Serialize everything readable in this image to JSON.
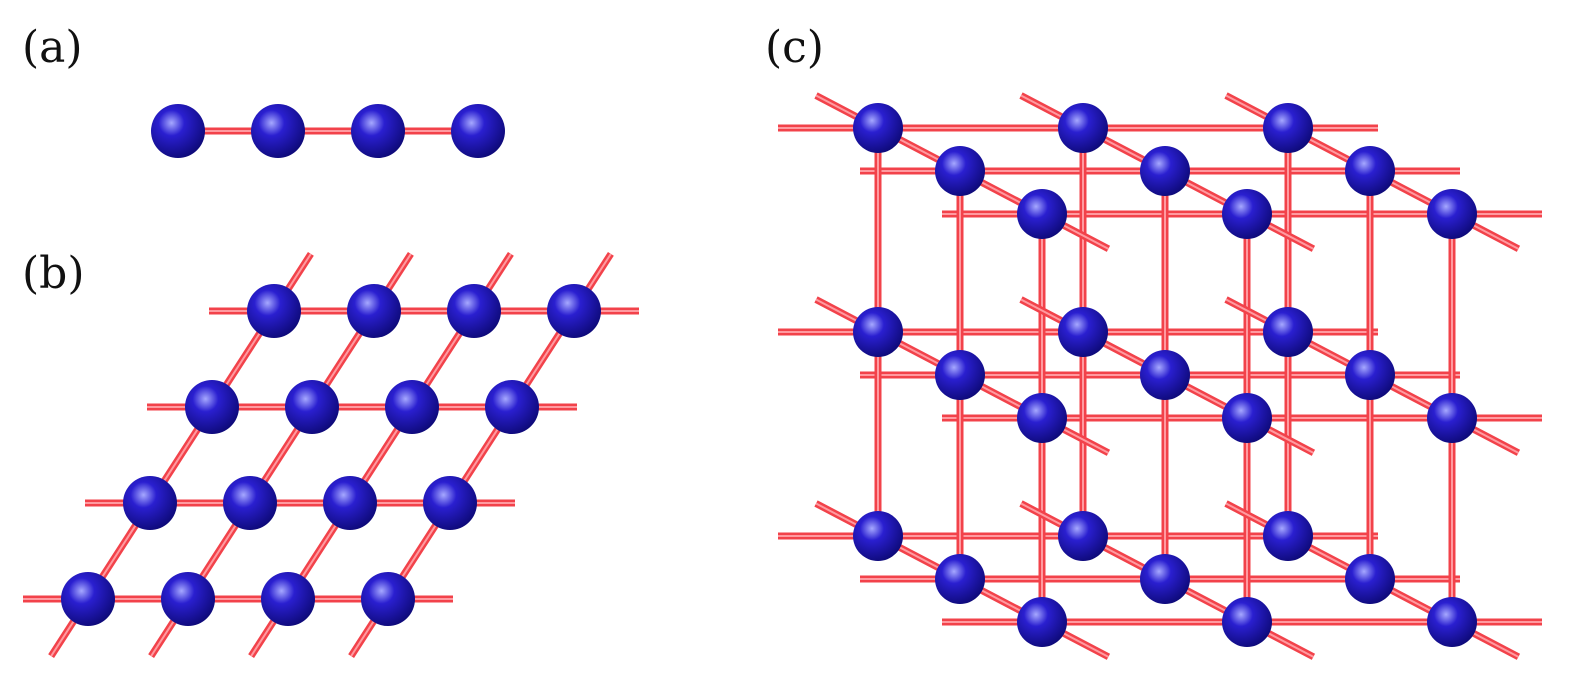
{
  "panels": {
    "a": {
      "label": "(a)",
      "rows": 1,
      "cols": 4
    },
    "b": {
      "label": "(b)",
      "rows": 4,
      "cols": 4
    },
    "c": {
      "label": "(c)",
      "layers": 3,
      "rows": 3,
      "cols": 3
    }
  },
  "colors": {
    "bond": "#f2424a",
    "bond_core": "#ff9aa0",
    "atom": "#2a1fd0",
    "atom_dark": "#0e0a7a",
    "atom_highlight": "#a6a8ff",
    "background": "#ffffff"
  }
}
